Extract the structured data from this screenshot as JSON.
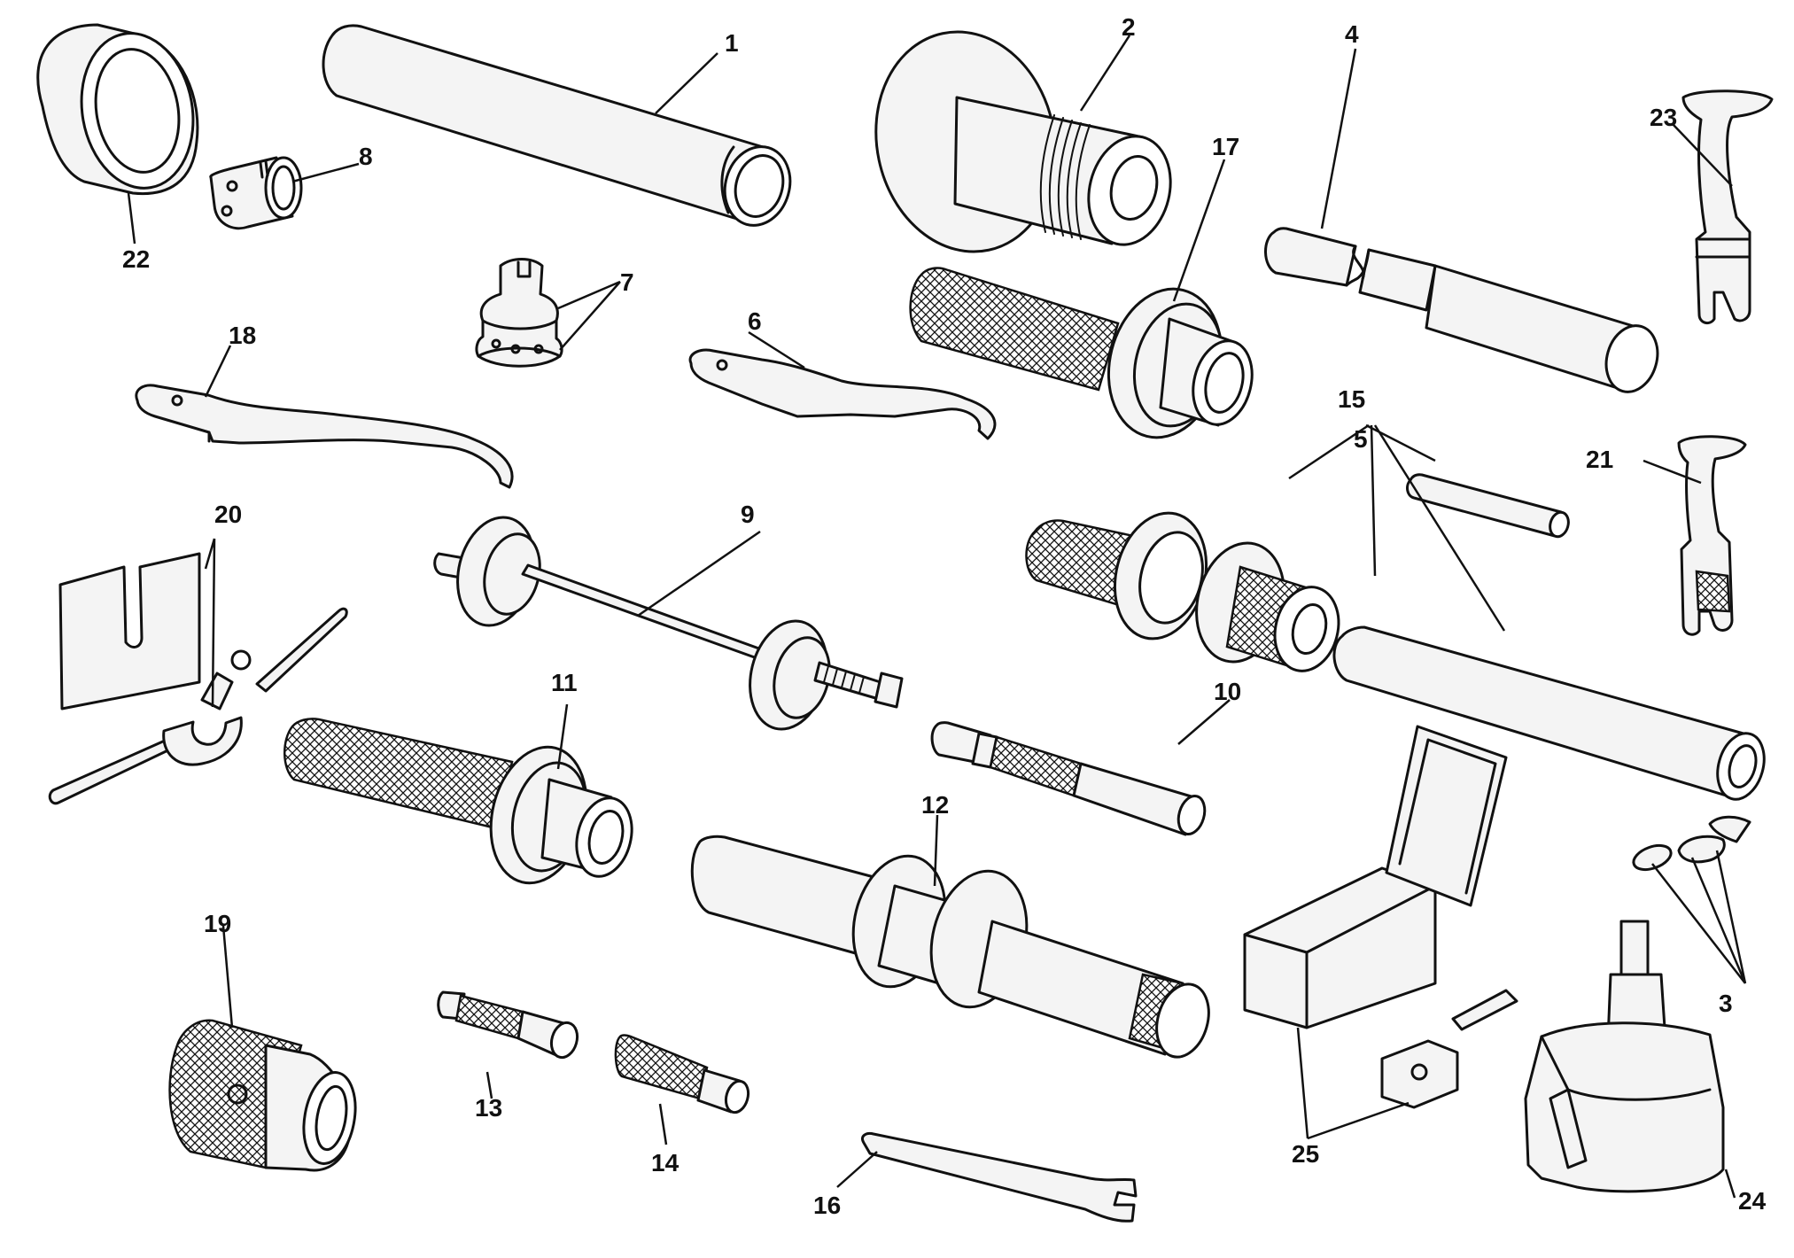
{
  "labels": {
    "p1": "1",
    "p2": "2",
    "p3": "3",
    "p4": "4",
    "p5": "5",
    "p6": "6",
    "p7": "7",
    "p8": "8",
    "p9": "9",
    "p10": "10",
    "p11": "11",
    "p12": "12",
    "p13": "13",
    "p14": "14",
    "p15": "15",
    "p16": "16",
    "p17": "17",
    "p18": "18",
    "p19": "19",
    "p20": "20",
    "p21": "21",
    "p22": "22",
    "p23": "23",
    "p24": "24",
    "p25": "25"
  },
  "colors": {
    "line": "#111111",
    "fill": "#f4f4f4",
    "background": "#ffffff"
  }
}
